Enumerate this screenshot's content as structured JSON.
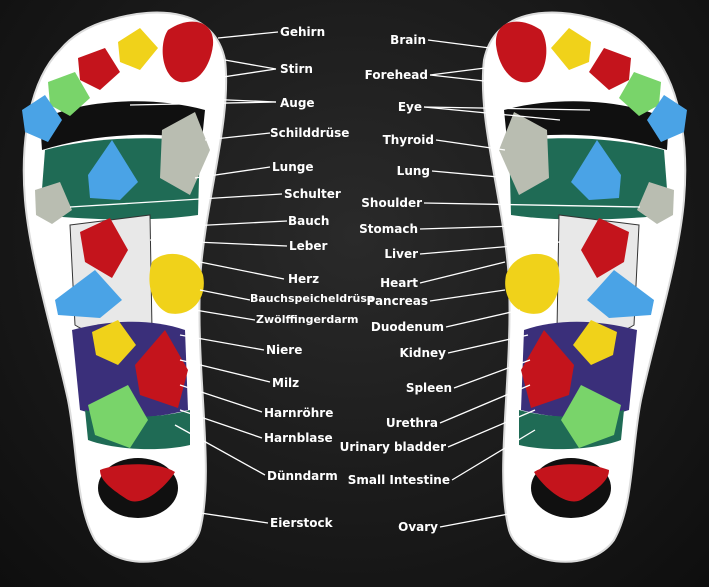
{
  "colors": {
    "background": "#1a1a1a",
    "foot_fill": "#ffffff",
    "zone_green": "#1f6b55",
    "zone_purple": "#3a2f7a",
    "zone_black": "#101010",
    "leader_line": "#ffffff",
    "stone_red": "#c4141c",
    "stone_yellow": "#f0d21a",
    "stone_blue": "#4aa3e6",
    "stone_green": "#79d46a",
    "stone_gray": "#b9bdb1"
  },
  "labels_de": [
    "Gehirn",
    "Stirn",
    "Auge",
    "Schilddrüse",
    "Lunge",
    "Schulter",
    "Bauch",
    "Leber",
    "Herz",
    "Bauchspeicheldrüse",
    "Zwölffingerdarm",
    "Niere",
    "Milz",
    "Harnröhre",
    "Harnblase",
    "Dünndarm",
    "Eierstock"
  ],
  "labels_en": [
    "Brain",
    "Forehead",
    "Eye",
    "Thyroid",
    "Lung",
    "Shoulder",
    "Stomach",
    "Liver",
    "Heart",
    "Pancreas",
    "Duodenum",
    "Kidney",
    "Spleen",
    "Urethra",
    "Urinary bladder",
    "Small Intestine",
    "Ovary"
  ]
}
